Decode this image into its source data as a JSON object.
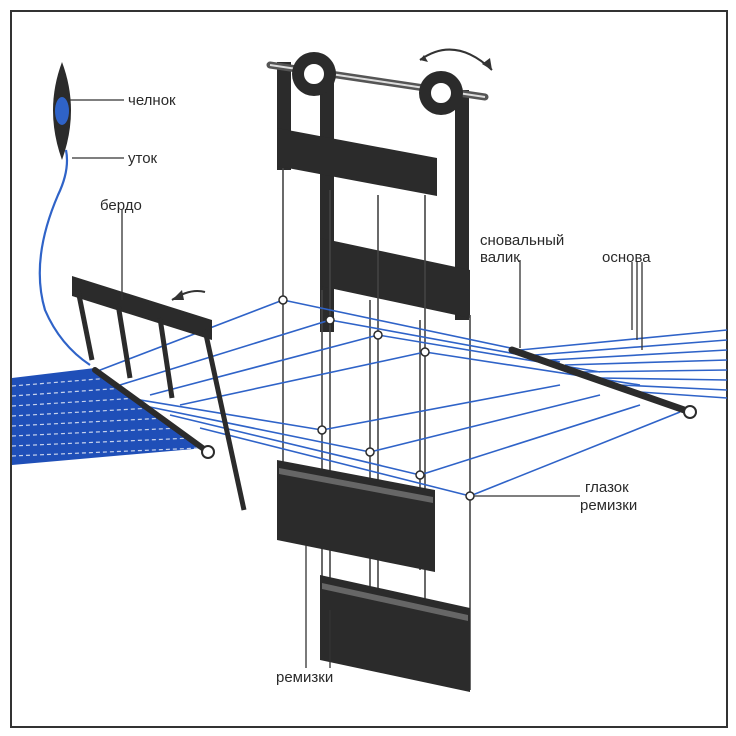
{
  "labels": {
    "shuttle": "челнок",
    "weft": "уток",
    "reed": "бердо",
    "warp_beam_line1": "сновальный",
    "warp_beam_line2": "валик",
    "warp": "основа",
    "heddle_eye_line1": "глазок",
    "heddle_eye_line2": "ремизки",
    "heddles": "ремизки"
  },
  "colors": {
    "thread": "#2f63c8",
    "fabric": "#1f4fb8",
    "frame": "#2b2b2b",
    "frame_outline": "#1a1a1a",
    "border": "#333333",
    "text": "#2a2a2a"
  }
}
